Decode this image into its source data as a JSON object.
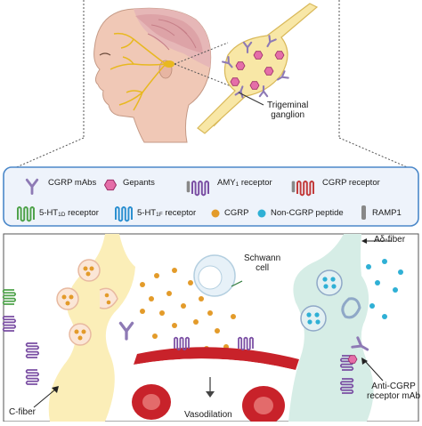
{
  "top_panel": {
    "ganglion_label_line1": "Trigeminal",
    "ganglion_label_line2": "ganglion"
  },
  "legend": {
    "cgrp_mabs": "CGRP mAbs",
    "gepants": "Gepants",
    "amy1_receptor_main": "AMY",
    "amy1_receptor_sub": "1",
    "amy1_receptor_tail": " receptor",
    "cgrp_receptor": "CGRP receptor",
    "ht1d_receptor_main": "5-HT",
    "ht1d_receptor_sub": "1D",
    "ht1d_receptor_tail": " receptor",
    "ht1f_receptor_main": "5-HT",
    "ht1f_receptor_sub": "1F",
    "ht1f_receptor_tail": " receptor",
    "cgrp": "CGRP",
    "non_cgrp_peptide": "Non-CGRP peptide",
    "ramp1": "RAMP1"
  },
  "bottom_panel": {
    "schwann_line1": "Schwann",
    "schwann_line2": "cell",
    "a_delta_fiber": "Aδ-fiber",
    "c_fiber": "C-fiber",
    "anti_cgrp_line1": "Anti-CGRP",
    "anti_cgrp_line2": "receptor mAb",
    "vasodilation": "Vasodilation"
  },
  "colors": {
    "c_fiber_fill": "#fbeeb8",
    "a_delta_fiber_fill": "#d6ede6",
    "cgrp_dot": "#e39b2a",
    "non_cgrp_dot": "#2fb0d5",
    "mab": "#8e7ab5",
    "gepant": "#e56ea8",
    "vessel": "#c8222a",
    "legend_bg": "#eef3fb",
    "legend_border": "#4b88c9"
  }
}
